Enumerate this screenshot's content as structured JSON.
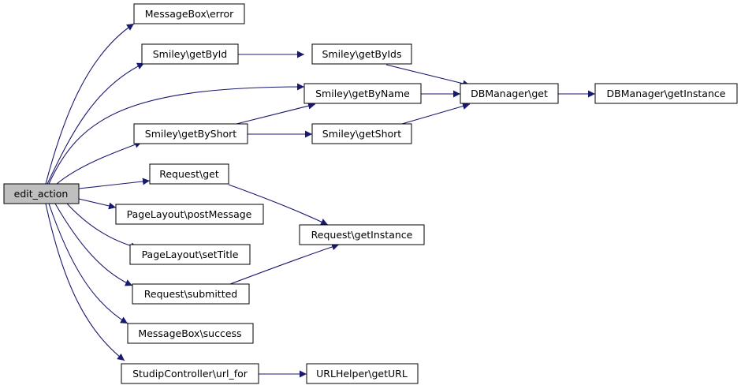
{
  "nodes": {
    "edit_action": "edit_action",
    "msg_error": "MessageBox\\error",
    "smiley_getById": "Smiley\\getById",
    "smiley_getByIds": "Smiley\\getByIds",
    "smiley_getByName": "Smiley\\getByName",
    "dbmanager_get": "DBManager\\get",
    "dbmanager_getInstance": "DBManager\\getInstance",
    "smiley_getByShort": "Smiley\\getByShort",
    "smiley_getShort": "Smiley\\getShort",
    "request_get": "Request\\get",
    "request_getInstance": "Request\\getInstance",
    "pagelayout_postMessage": "PageLayout\\postMessage",
    "pagelayout_setTitle": "PageLayout\\setTitle",
    "request_submitted": "Request\\submitted",
    "msg_success": "MessageBox\\success",
    "studip_url_for": "StudipController\\url_for",
    "urlhelper_getURL": "URLHelper\\getURL"
  },
  "colors": {
    "edge": "#191970",
    "root_fill": "#bfbfbf",
    "node_fill": "#ffffff",
    "node_stroke": "#000000"
  }
}
